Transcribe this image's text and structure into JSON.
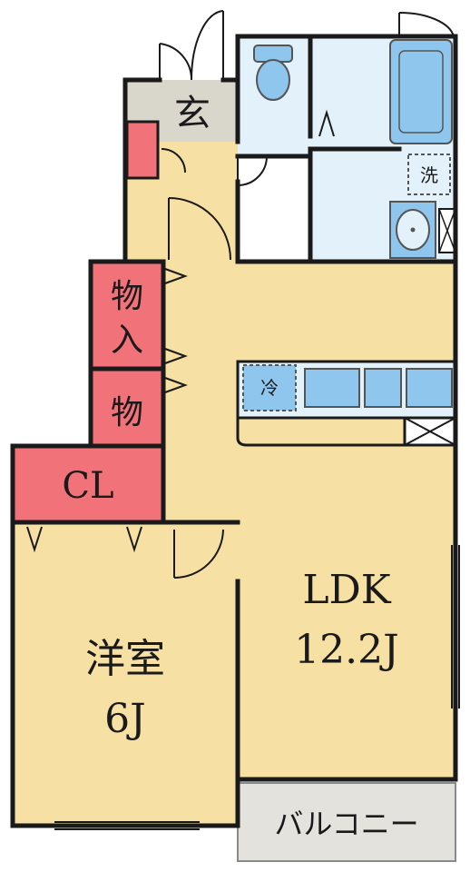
{
  "rooms": {
    "entrance": "玄",
    "storage_1": "物入",
    "storage_2": "物",
    "closet": "CL",
    "western_room": {
      "name": "洋室",
      "size": "6J"
    },
    "ldk": {
      "name": "LDK",
      "size": "12.2J"
    },
    "balcony": "バルコニー"
  },
  "fixtures": {
    "washer": "洗",
    "fridge": "冷"
  },
  "colors": {
    "floor": "#f7e0a3",
    "wet_area": "#e3f1fb",
    "storage": "#f2727a",
    "entrance": "#d9d6cc",
    "balcony": "#e4e2dc",
    "fixture": "#8fc6ee",
    "wall": "#1a1a1a"
  }
}
